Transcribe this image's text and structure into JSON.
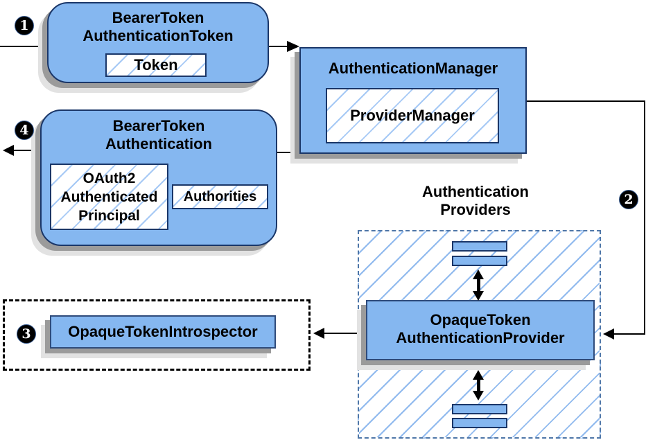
{
  "diagram": {
    "nodes": {
      "bearer_token_authentication_token": {
        "title": [
          "BearerToken",
          "AuthenticationToken"
        ],
        "token_label": "Token"
      },
      "authentication_manager": {
        "title": "AuthenticationManager",
        "provider_manager_label": "ProviderManager"
      },
      "bearer_token_authentication": {
        "title": [
          "BearerToken",
          "Authentication"
        ],
        "principal": [
          "OAuth2",
          "Authenticated",
          "Principal"
        ],
        "authorities_label": "Authorities"
      },
      "authentication_providers": {
        "label": [
          "Authentication",
          "Providers"
        ]
      },
      "opaque_token_authentication_provider": {
        "title": [
          "OpaqueToken",
          "AuthenticationProvider"
        ]
      },
      "opaque_token_introspector": {
        "title": "OpaqueTokenIntrospector"
      }
    },
    "steps": [
      {
        "n": "1"
      },
      {
        "n": "2"
      },
      {
        "n": "3"
      },
      {
        "n": "4"
      }
    ],
    "colors": {
      "background": "#FFFFFF",
      "box_fill": "#85B7F0",
      "box_border": "#1A3668",
      "hatch_line": "#A6C9F5",
      "container_hatch_line": "#8FB9EE",
      "container_dash": "#4E76A8",
      "introspector_dash": "#000000",
      "shadow": "#9B9B9B",
      "shadow_light": "#E2E2E2",
      "arrow": "#000000",
      "badge_bg": "#000000",
      "badge_fg": "#FFFFFF"
    }
  }
}
